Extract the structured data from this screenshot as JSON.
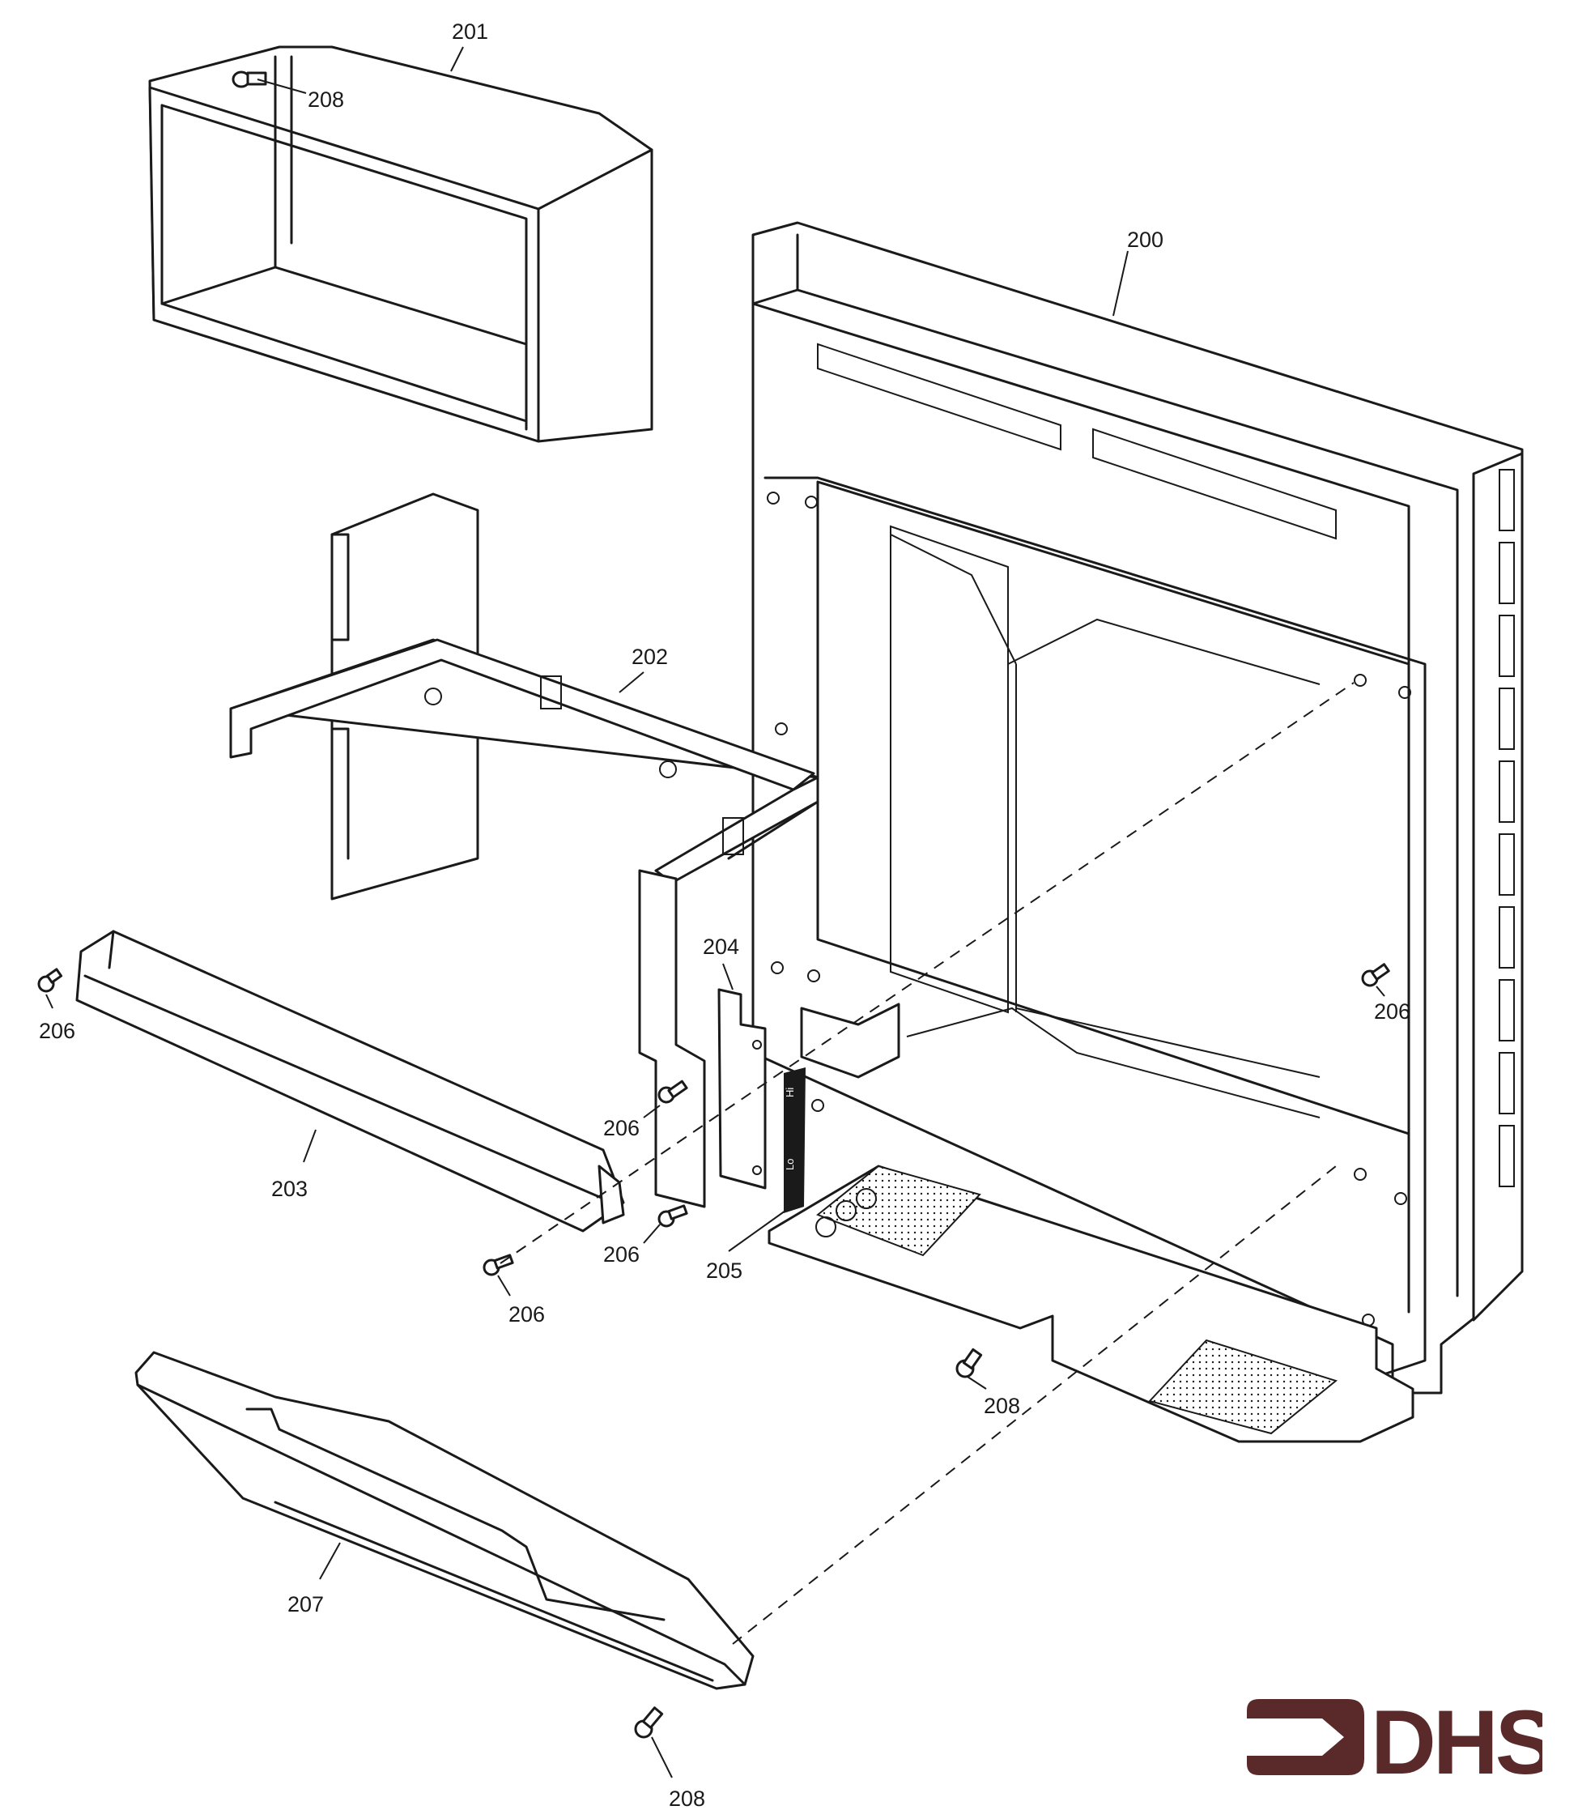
{
  "diagram": {
    "title": "Exploded parts view",
    "parts": [
      {
        "id": "200",
        "label": "200",
        "description": "main frame / fascia"
      },
      {
        "id": "201",
        "label": "201",
        "description": "firebox box"
      },
      {
        "id": "202",
        "label": "202",
        "description": "mounting bracket"
      },
      {
        "id": "203",
        "label": "203",
        "description": "bottom trim"
      },
      {
        "id": "204",
        "label": "204",
        "description": "side plate"
      },
      {
        "id": "205",
        "label": "205",
        "description": "control label"
      },
      {
        "id": "206",
        "label": "206",
        "description": "screw"
      },
      {
        "id": "207",
        "label": "207",
        "description": "lower trim bar"
      },
      {
        "id": "208",
        "label": "208",
        "description": "screw"
      }
    ],
    "callouts": {
      "c201": "201",
      "c208_top": "208",
      "c200": "200",
      "c202": "202",
      "c206_left": "206",
      "c203": "203",
      "c204": "204",
      "c206_mid1": "206",
      "c206_mid2": "206",
      "c206_low": "206",
      "c205": "205",
      "c206_right": "206",
      "c208_mid": "208",
      "c207": "207",
      "c208_bottom": "208"
    },
    "control_label": {
      "hi": "Hi",
      "lo": "Lo"
    }
  },
  "brand": {
    "logo_text": "DHS",
    "logo_icon": "arrow-icon",
    "color": "#5a2a2a"
  }
}
